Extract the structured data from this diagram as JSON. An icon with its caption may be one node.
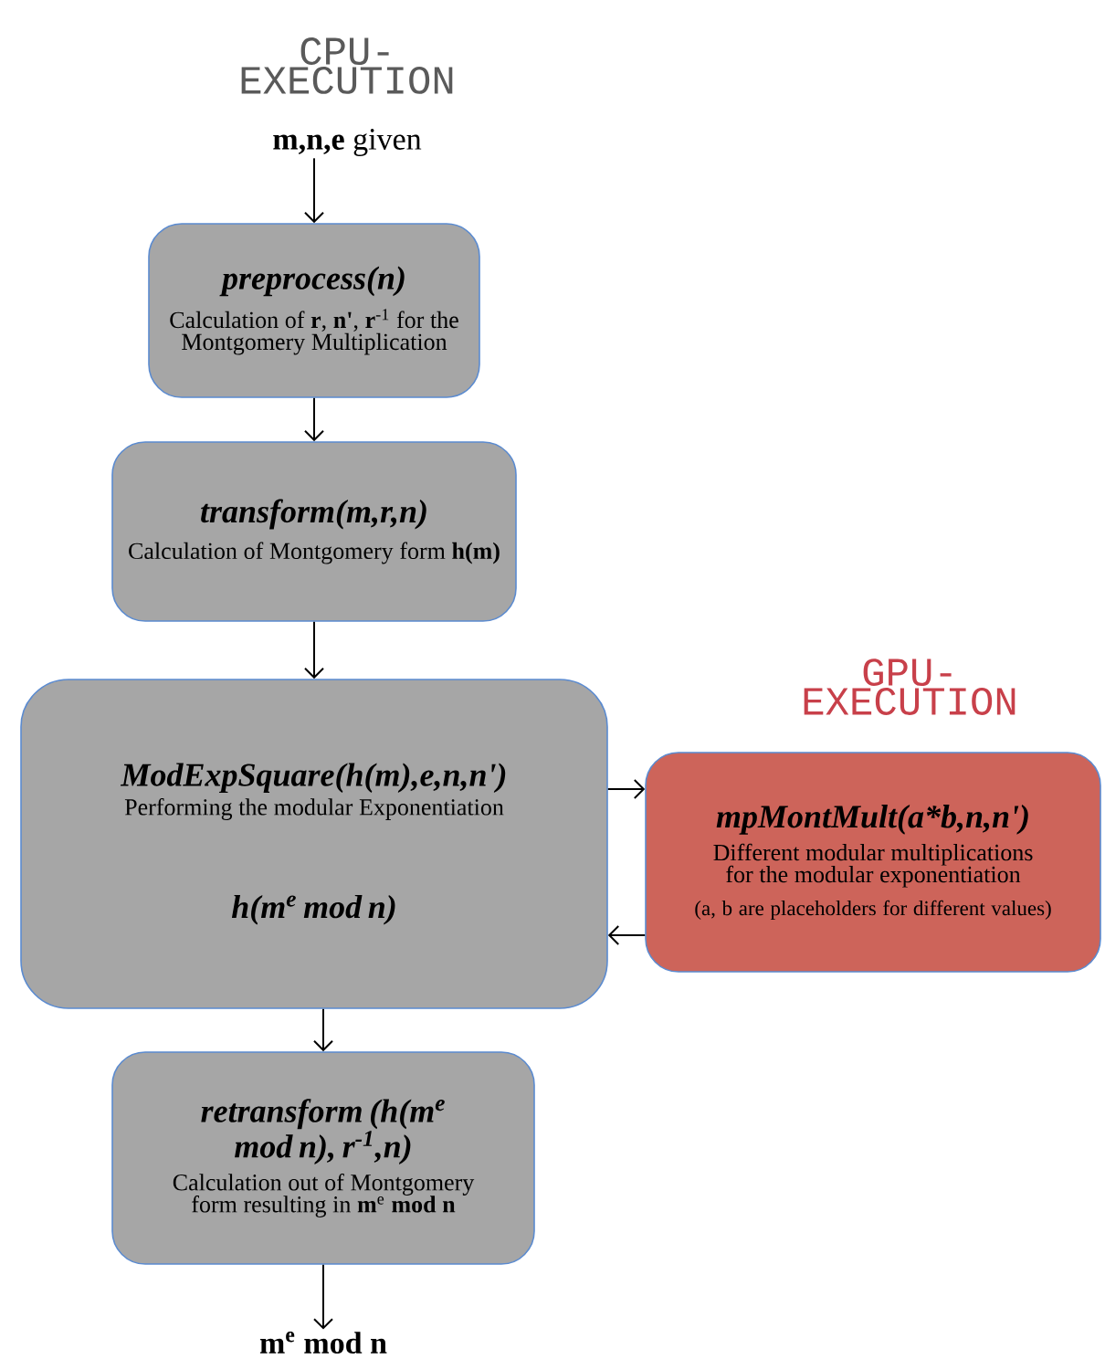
{
  "diagram": {
    "nodes": [
      {
        "text": [
          "**m,n,e** given"
        ]
      },
      {
        "text": [
          "preprocess(n)",
          "Calculation of **r**, **n'**, **r**$^{-1}$ for the Montgomery Multiplication"
        ]
      },
      {
        "text": [
          "transform(m,r,n)",
          "Calculation of Montgomery form **h(m)**"
        ]
      },
      {
        "text": [
          "ModExpSquare(h(m),e,n,n')",
          "Performing the modular Exponentiation",
          "h(m$^{e}$ mod n)"
        ]
      },
      {
        "text": [
          "mpMontMult(a*b,n,n')",
          "Different modular multiplications for the modular exponentiation",
          "(a, b are placeholders for different values)"
        ]
      },
      {
        "text": [
          "retransform (h(m$^{e}$ mod n), r$^{-1}$,n)",
          "Calculation out of Montgomery form resulting in **m**$^{e}$ **mod n**"
        ]
      },
      {
        "text": [
          "m$^{e}$ mod n"
        ]
      }
    ],
    "edges": [
      {
        "from": 0,
        "to": 1,
        "arrow": "to"
      },
      {
        "from": 1,
        "to": 2,
        "arrow": "to"
      },
      {
        "from": 2,
        "to": 3,
        "arrow": "to"
      },
      {
        "from": 3,
        "to": 4,
        "arrow": "to"
      },
      {
        "from": 4,
        "to": 3,
        "arrow": "to"
      },
      {
        "from": 3,
        "to": 5,
        "arrow": "to"
      },
      {
        "from": 5,
        "to": 6,
        "arrow": "to"
      }
    ],
    "labels": [
      "CPU-EXECUTION",
      "GPU-EXECUTION"
    ]
  }
}
